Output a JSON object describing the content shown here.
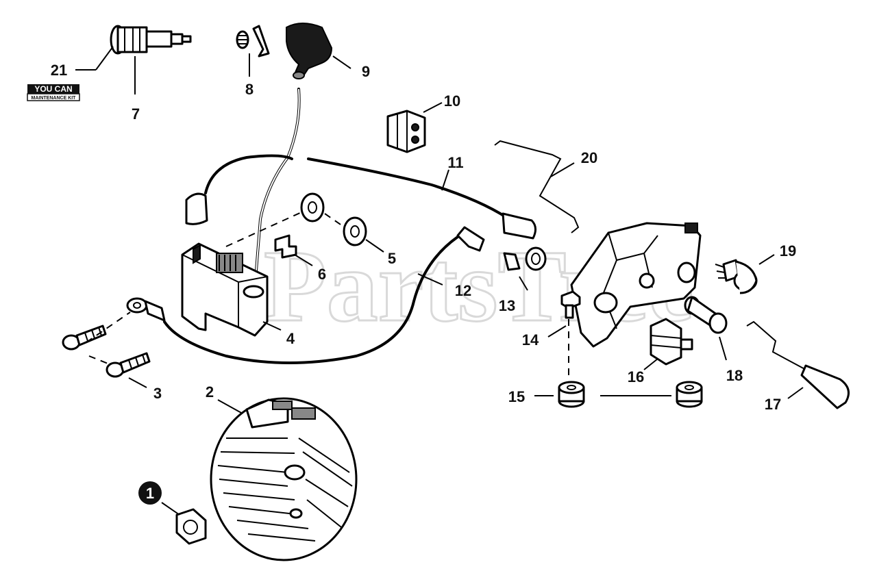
{
  "watermark": "PartsTree",
  "badge": {
    "brand": "YOU CAN",
    "subtitle": "MAINTENANCE KIT"
  },
  "callouts": [
    {
      "num": "1",
      "part": "flywheel-nut"
    },
    {
      "num": "2",
      "part": "flywheel"
    },
    {
      "num": "3",
      "part": "screw"
    },
    {
      "num": "4",
      "part": "ignition-coil"
    },
    {
      "num": "5",
      "part": "spacer"
    },
    {
      "num": "6",
      "part": "clip"
    },
    {
      "num": "7",
      "part": "spark-plug"
    },
    {
      "num": "8",
      "part": "spring"
    },
    {
      "num": "9",
      "part": "spark-plug-boot"
    },
    {
      "num": "10",
      "part": "grommet"
    },
    {
      "num": "11",
      "part": "ground-wire"
    },
    {
      "num": "12",
      "part": "lead-wire"
    },
    {
      "num": "13",
      "part": "terminal"
    },
    {
      "num": "14",
      "part": "pin"
    },
    {
      "num": "15",
      "part": "bushing"
    },
    {
      "num": "16",
      "part": "switch"
    },
    {
      "num": "17",
      "part": "throttle-rod"
    },
    {
      "num": "18",
      "part": "fuel-line-fitting"
    },
    {
      "num": "19",
      "part": "primer-bulb"
    },
    {
      "num": "20",
      "part": "choke-rod"
    },
    {
      "num": "21",
      "part": "spark-plug-kit"
    }
  ]
}
